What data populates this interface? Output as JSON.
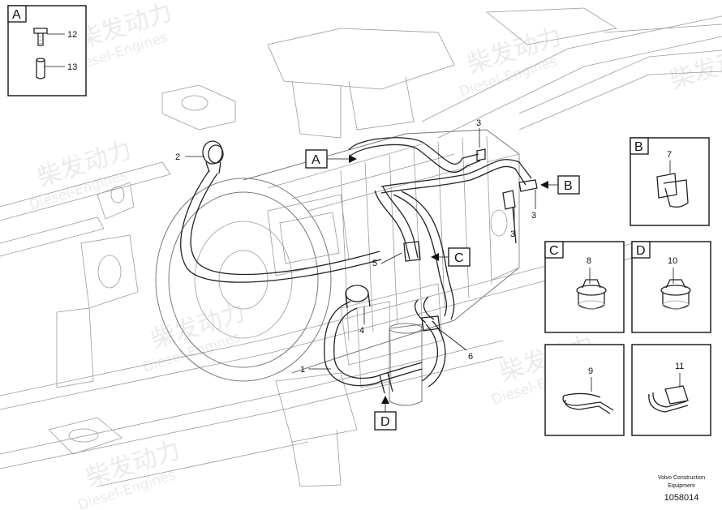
{
  "callouts": {
    "n1": "1",
    "n2": "2",
    "n3a": "3",
    "n3b": "3",
    "n3c": "3",
    "n4": "4",
    "n5": "5",
    "n6": "6",
    "n7": "7",
    "n8": "8",
    "n9": "9",
    "n10": "10",
    "n11": "11",
    "n12": "12",
    "n13": "13"
  },
  "detail_tags": {
    "a": "A",
    "b": "B",
    "c": "C",
    "d": "D"
  },
  "watermark": {
    "brand": "柴发动力",
    "sub": "Diesel-Engines"
  },
  "credit": {
    "company": "Volvo Construction",
    "department": "Equipment",
    "code": "1058014"
  }
}
